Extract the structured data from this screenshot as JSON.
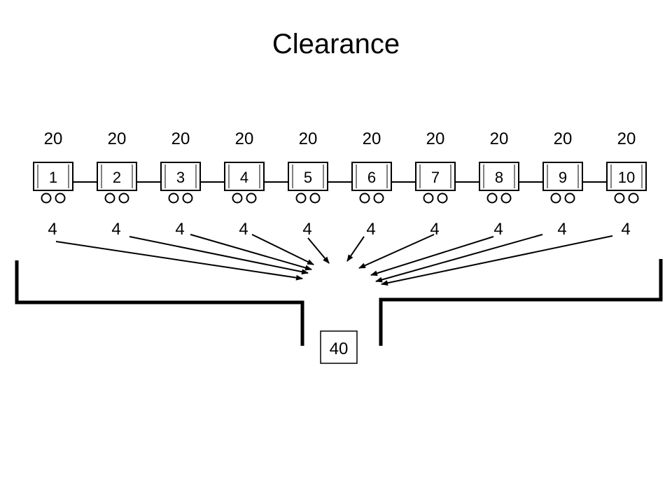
{
  "title": "Clearance",
  "cars": [
    {
      "number": "1",
      "top_value": "20",
      "bottom_value": "4"
    },
    {
      "number": "2",
      "top_value": "20",
      "bottom_value": "4"
    },
    {
      "number": "3",
      "top_value": "20",
      "bottom_value": "4"
    },
    {
      "number": "4",
      "top_value": "20",
      "bottom_value": "4"
    },
    {
      "number": "5",
      "top_value": "20",
      "bottom_value": "4"
    },
    {
      "number": "6",
      "top_value": "20",
      "bottom_value": "4"
    },
    {
      "number": "7",
      "top_value": "20",
      "bottom_value": "4"
    },
    {
      "number": "8",
      "top_value": "20",
      "bottom_value": "4"
    },
    {
      "number": "9",
      "top_value": "20",
      "bottom_value": "4"
    },
    {
      "number": "10",
      "top_value": "20",
      "bottom_value": "4"
    }
  ],
  "outlet_value": "40",
  "colors": {
    "ink": "#000000",
    "background": "#ffffff"
  }
}
